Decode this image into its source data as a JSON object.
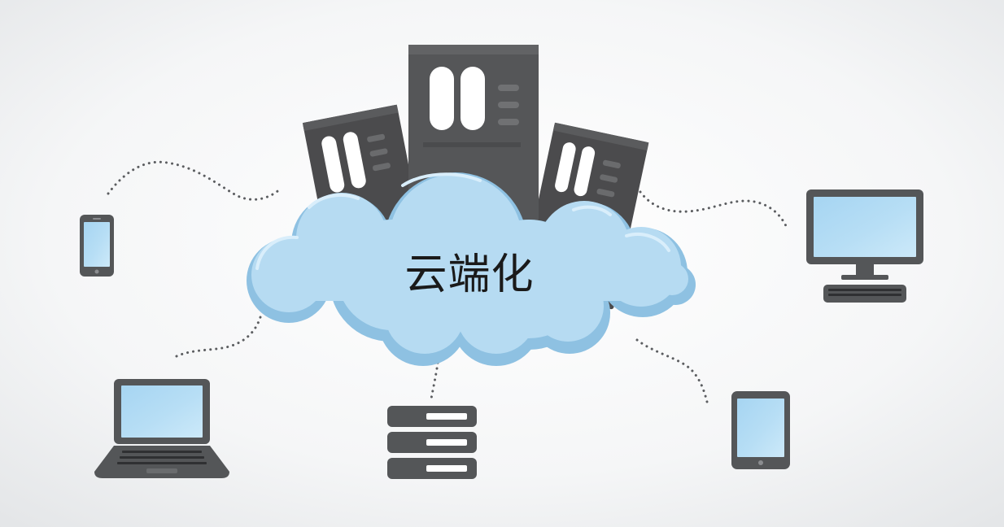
{
  "diagram": {
    "label": "云端化"
  },
  "colors": {
    "background_center": "#ffffff",
    "background_edge": "#e4e6e8",
    "cloud_fill": "#b6dbf2",
    "cloud_shadow": "#88bde0",
    "cloud_highlight": "#d4ecfa",
    "server_dark": "#4b4b4d",
    "server_mid": "#5d5e60",
    "server_slot": "#ffffff",
    "device_frame": "#545658",
    "device_screen": "#aad7f3",
    "device_screen_light": "#c5e6f8",
    "dots": "#5b5d60",
    "label_text": "#1a1a1a"
  },
  "nodes": [
    {
      "id": "phone",
      "icon": "smartphone-icon"
    },
    {
      "id": "laptop",
      "icon": "laptop-icon"
    },
    {
      "id": "server-stack",
      "icon": "server-stack-icon"
    },
    {
      "id": "tablet",
      "icon": "tablet-icon"
    },
    {
      "id": "desktop",
      "icon": "desktop-monitor-icon"
    }
  ]
}
